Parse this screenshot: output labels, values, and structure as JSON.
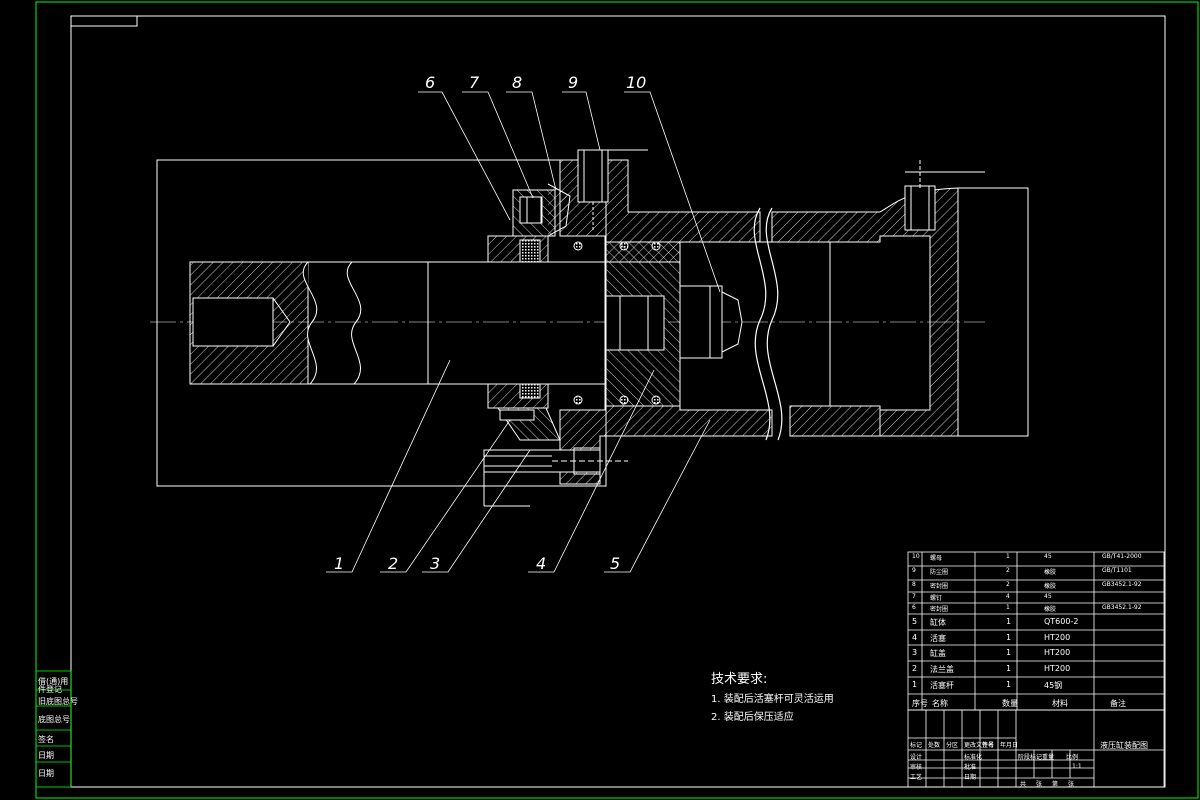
{
  "balloons": [
    {
      "num": "6"
    },
    {
      "num": "7"
    },
    {
      "num": "8"
    },
    {
      "num": "9"
    },
    {
      "num": "10"
    },
    {
      "num": "1"
    },
    {
      "num": "2"
    },
    {
      "num": "3"
    },
    {
      "num": "4"
    },
    {
      "num": "5"
    }
  ],
  "tech_requirements": {
    "title": "技术要求:",
    "lines": [
      "1. 装配后活塞杆可灵活运用",
      "2. 装配后保压适应"
    ]
  },
  "side_labels": [
    "借(通)用",
    "件登记",
    "旧底图总号",
    "底图总号",
    "签名",
    "日期",
    "日期"
  ],
  "bom": {
    "rows": [
      {
        "no": "10",
        "name": "螺母",
        "qty": "1",
        "mat": "45",
        "note": "GB/T41-2000"
      },
      {
        "no": "9",
        "name": "防尘圈",
        "qty": "2",
        "mat": "橡胶",
        "note": "GB/T1101"
      },
      {
        "no": "8",
        "name": "密封圈",
        "qty": "2",
        "mat": "橡胶",
        "note": "GB3452.1-92"
      },
      {
        "no": "7",
        "name": "螺钉",
        "qty": "4",
        "mat": "45",
        "note": ""
      },
      {
        "no": "6",
        "name": "密封圈",
        "qty": "1",
        "mat": "橡胶",
        "note": "GB3452.1-92"
      },
      {
        "no": "5",
        "name": "缸体",
        "qty": "1",
        "mat": "QT600-2",
        "note": ""
      },
      {
        "no": "4",
        "name": "活塞",
        "qty": "1",
        "mat": "HT200",
        "note": ""
      },
      {
        "no": "3",
        "name": "缸盖",
        "qty": "1",
        "mat": "HT200",
        "note": ""
      },
      {
        "no": "2",
        "name": "法兰盖",
        "qty": "1",
        "mat": "HT200",
        "note": ""
      },
      {
        "no": "1",
        "name": "活塞杆",
        "qty": "1",
        "mat": "45钢",
        "note": ""
      }
    ],
    "header": {
      "no": "序号",
      "name": "名称",
      "qty": "数量",
      "mat": "材料",
      "note": "备注"
    }
  },
  "title_block": {
    "drawing_name": "液压缸装配图",
    "scale": "1:1",
    "row_labels": [
      "标记",
      "处数",
      "分区",
      "更改文件号",
      "签名",
      "年月日"
    ],
    "roles": [
      "设计",
      "审核",
      "工艺"
    ],
    "roles2": [
      "标准化",
      "批准",
      "日期"
    ],
    "stage_cols": [
      "阶段标记",
      "重量",
      "比例"
    ],
    "sheet": [
      "共",
      "张",
      "第",
      "张"
    ]
  },
  "colors": {
    "background": "#000000",
    "line": "#ffffff",
    "frame": "#00ff00",
    "hatch": "#ffffff"
  }
}
